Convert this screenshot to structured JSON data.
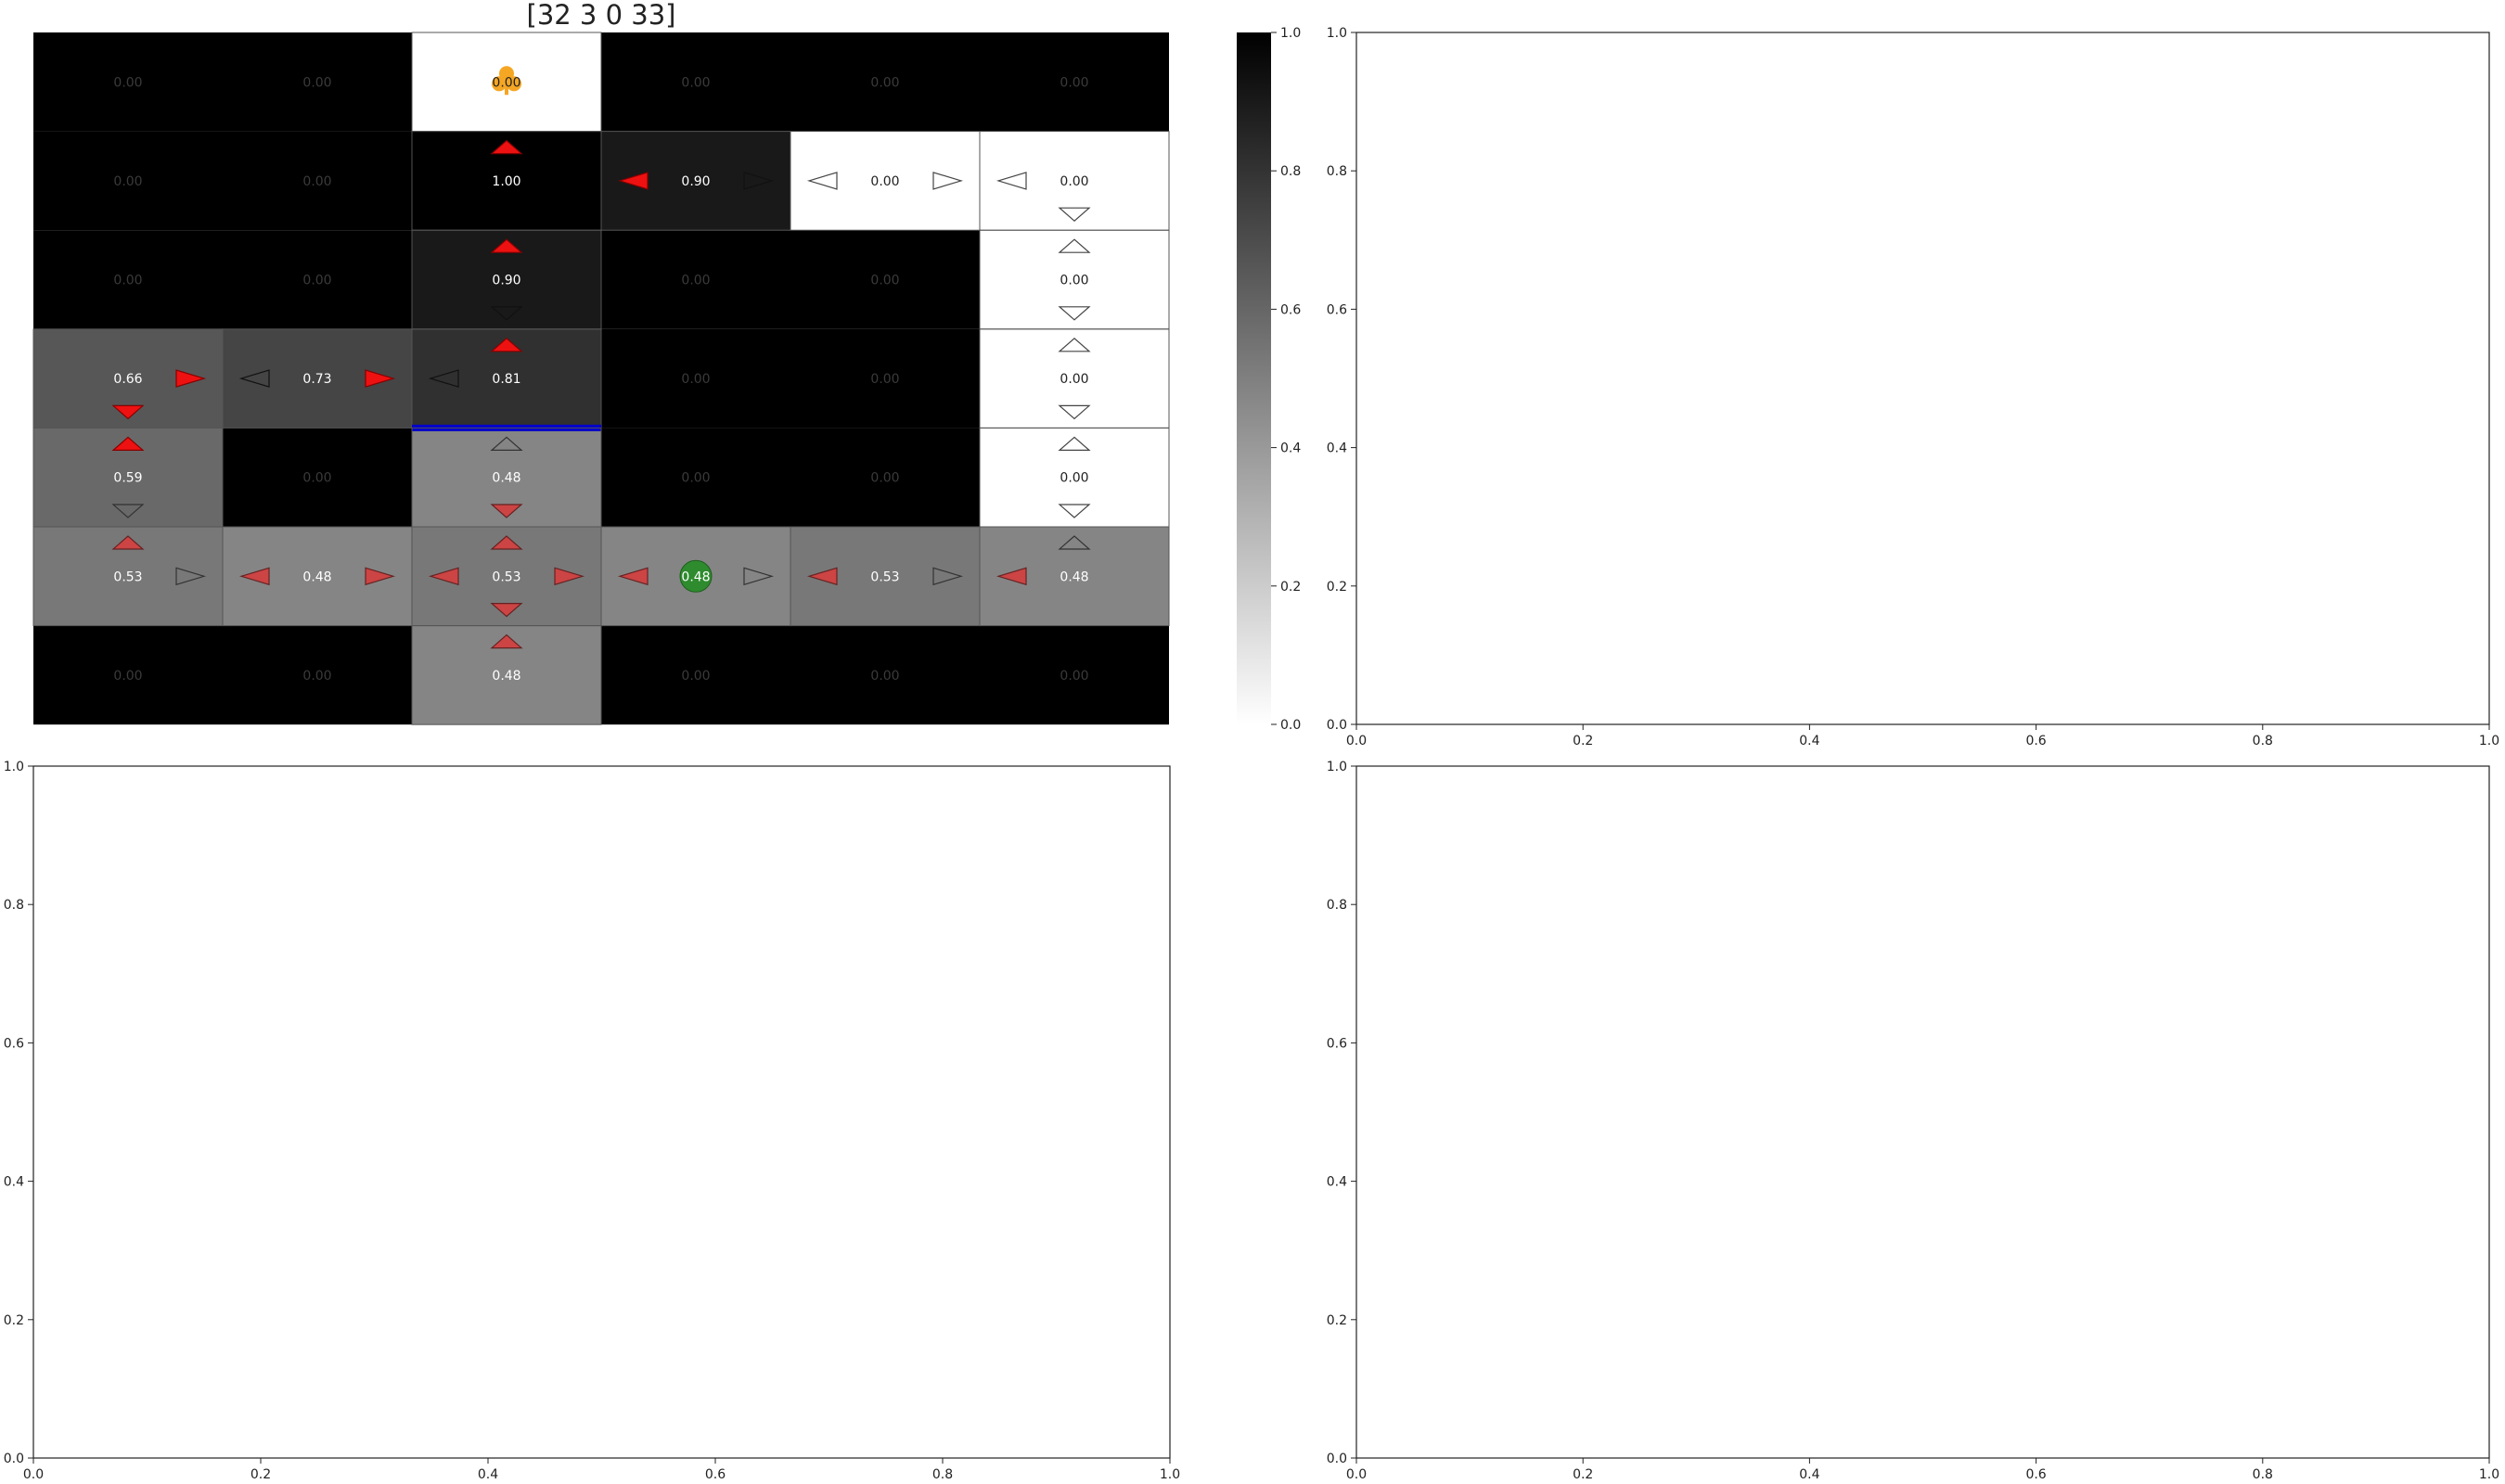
{
  "chart_data": [
    {
      "type": "heatmap",
      "title": "[32 3 0 33]",
      "colormap": "gray_r",
      "vmin": 0.0,
      "vmax": 1.0,
      "colorbar_ticks": [
        "0.0",
        "0.2",
        "0.4",
        "0.6",
        "0.8",
        "1.0"
      ],
      "wall_color": "#000000",
      "highlight_edge_color": "#0000cc",
      "agent_color": "#2e8b2e",
      "goal_icon_color": "#f5a623",
      "arrow_colors": {
        "best": "#ee1111",
        "other": "#cc4444",
        "none": "#ffffff"
      },
      "cells": [
        [
          {
            "label": "0.00",
            "fill": 1.0,
            "wall": true
          },
          {
            "label": "0.00",
            "fill": 1.0,
            "wall": true
          },
          {
            "label": "0.00",
            "fill": 0.0,
            "wall": false,
            "goal": true
          },
          {
            "label": "0.00",
            "fill": 1.0,
            "wall": true
          },
          {
            "label": "0.00",
            "fill": 1.0,
            "wall": true
          },
          {
            "label": "0.00",
            "fill": 1.0,
            "wall": true
          }
        ],
        [
          {
            "label": "0.00",
            "fill": 1.0,
            "wall": true
          },
          {
            "label": "0.00",
            "fill": 1.0,
            "wall": true
          },
          {
            "label": "1.00",
            "fill": 1.0,
            "wall": false,
            "arrows": {
              "up": "best"
            }
          },
          {
            "label": "0.90",
            "fill": 0.9,
            "wall": false,
            "arrows": {
              "left": "best",
              "right": "dark"
            }
          },
          {
            "label": "0.00",
            "fill": 0.0,
            "wall": false,
            "arrows": {
              "left": "none",
              "right": "none"
            }
          },
          {
            "label": "0.00",
            "fill": 0.0,
            "wall": false,
            "arrows": {
              "left": "none",
              "down": "none"
            }
          }
        ],
        [
          {
            "label": "0.00",
            "fill": 1.0,
            "wall": true
          },
          {
            "label": "0.00",
            "fill": 1.0,
            "wall": true
          },
          {
            "label": "0.90",
            "fill": 0.9,
            "wall": false,
            "arrows": {
              "up": "best",
              "down": "dark"
            }
          },
          {
            "label": "0.00",
            "fill": 1.0,
            "wall": true
          },
          {
            "label": "0.00",
            "fill": 1.0,
            "wall": true
          },
          {
            "label": "0.00",
            "fill": 0.0,
            "wall": false,
            "arrows": {
              "up": "none",
              "down": "none"
            }
          }
        ],
        [
          {
            "label": "0.66",
            "fill": 0.66,
            "wall": false,
            "arrows": {
              "right": "best",
              "down": "best"
            }
          },
          {
            "label": "0.73",
            "fill": 0.73,
            "wall": false,
            "arrows": {
              "left": "dark",
              "right": "best"
            }
          },
          {
            "label": "0.81",
            "fill": 0.81,
            "wall": false,
            "arrows": {
              "up": "best",
              "left": "dark"
            },
            "highlight_bottom": true
          },
          {
            "label": "0.00",
            "fill": 1.0,
            "wall": true
          },
          {
            "label": "0.00",
            "fill": 1.0,
            "wall": true
          },
          {
            "label": "0.00",
            "fill": 0.0,
            "wall": false,
            "arrows": {
              "up": "none",
              "down": "none"
            }
          }
        ],
        [
          {
            "label": "0.59",
            "fill": 0.59,
            "wall": false,
            "arrows": {
              "up": "best",
              "down": "dim"
            }
          },
          {
            "label": "0.00",
            "fill": 1.0,
            "wall": true
          },
          {
            "label": "0.48",
            "fill": 0.48,
            "wall": false,
            "arrows": {
              "up": "dim",
              "down": "other"
            }
          },
          {
            "label": "0.00",
            "fill": 1.0,
            "wall": true
          },
          {
            "label": "0.00",
            "fill": 1.0,
            "wall": true
          },
          {
            "label": "0.00",
            "fill": 0.0,
            "wall": false,
            "arrows": {
              "up": "none",
              "down": "none"
            }
          }
        ],
        [
          {
            "label": "0.53",
            "fill": 0.53,
            "wall": false,
            "arrows": {
              "up": "other",
              "right": "dim"
            }
          },
          {
            "label": "0.48",
            "fill": 0.48,
            "wall": false,
            "arrows": {
              "left": "other",
              "right": "other"
            }
          },
          {
            "label": "0.53",
            "fill": 0.53,
            "wall": false,
            "arrows": {
              "up": "other",
              "left": "other",
              "right": "other",
              "down": "other"
            }
          },
          {
            "label": "0.48",
            "fill": 0.48,
            "wall": false,
            "agent": true,
            "arrows": {
              "left": "other",
              "right": "dim"
            }
          },
          {
            "label": "0.53",
            "fill": 0.53,
            "wall": false,
            "arrows": {
              "left": "other",
              "right": "dim"
            }
          },
          {
            "label": "0.48",
            "fill": 0.48,
            "wall": false,
            "arrows": {
              "left": "other",
              "up": "dim"
            }
          }
        ],
        [
          {
            "label": "0.00",
            "fill": 1.0,
            "wall": true
          },
          {
            "label": "0.00",
            "fill": 1.0,
            "wall": true
          },
          {
            "label": "0.48",
            "fill": 0.48,
            "wall": false,
            "arrows": {
              "up": "other"
            }
          },
          {
            "label": "0.00",
            "fill": 1.0,
            "wall": true
          },
          {
            "label": "0.00",
            "fill": 1.0,
            "wall": true
          },
          {
            "label": "0.00",
            "fill": 1.0,
            "wall": true
          }
        ]
      ]
    },
    {
      "type": "line",
      "xlim": [
        0.0,
        1.0
      ],
      "ylim": [
        0.0,
        1.0
      ],
      "xticks": [
        "0.0",
        "0.2",
        "0.4",
        "0.6",
        "0.8",
        "1.0"
      ],
      "yticks": [
        "0.0",
        "0.2",
        "0.4",
        "0.6",
        "0.8",
        "1.0"
      ],
      "series": []
    },
    {
      "type": "line",
      "xlim": [
        0.0,
        1.0
      ],
      "ylim": [
        0.0,
        1.0
      ],
      "xticks": [
        "0.0",
        "0.2",
        "0.4",
        "0.6",
        "0.8",
        "1.0"
      ],
      "yticks": [
        "0.0",
        "0.2",
        "0.4",
        "0.6",
        "0.8",
        "1.0"
      ],
      "series": []
    },
    {
      "type": "line",
      "xlim": [
        0.0,
        1.0
      ],
      "ylim": [
        0.0,
        1.0
      ],
      "xticks": [
        "0.0",
        "0.2",
        "0.4",
        "0.6",
        "0.8",
        "1.0"
      ],
      "yticks": [
        "0.0",
        "0.2",
        "0.4",
        "0.6",
        "0.8",
        "1.0"
      ],
      "series": []
    }
  ]
}
